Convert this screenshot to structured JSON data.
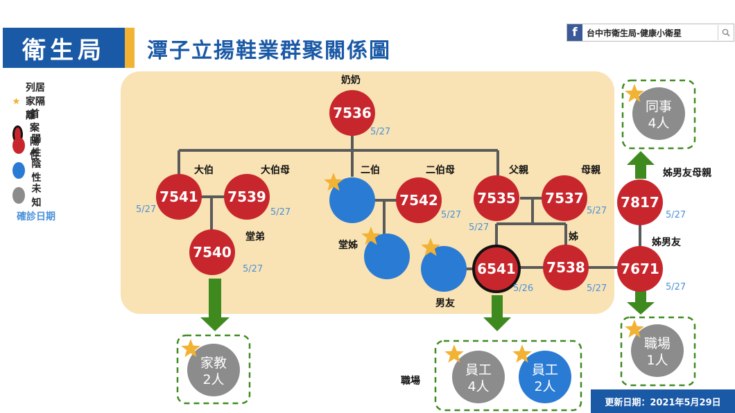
{
  "header": {
    "logo_text": "衛生局",
    "title": "潭子立揚鞋業群聚關係圖",
    "fb_page_name": "台中市衛生局-健康小衛星"
  },
  "legend": {
    "items": [
      {
        "label": "列居家隔離",
        "kind": "star"
      },
      {
        "label": "首案陽性",
        "kind": "index"
      },
      {
        "label": "陽性",
        "kind": "positive"
      },
      {
        "label": "陰性",
        "kind": "negative"
      },
      {
        "label": "未知",
        "kind": "unknown"
      }
    ],
    "date_label": "確診日期"
  },
  "colors": {
    "positive": "#c8262d",
    "negative": "#2a7bd4",
    "unknown": "#8c8c8c",
    "family_bg": "#f9e3b4",
    "arrow": "#3f8a1f",
    "date_text": "#4a90d9",
    "star": "#f2b233",
    "brand_blue": "#1a59a6"
  },
  "nodes": [
    {
      "id": "grandma",
      "case": "7536",
      "status": "positive",
      "role": "奶奶",
      "date": "5/27"
    },
    {
      "id": "uncle1",
      "case": "7541",
      "status": "positive",
      "role": "大伯",
      "date": "5/27"
    },
    {
      "id": "aunt1",
      "case": "7539",
      "status": "positive",
      "role": "大伯母",
      "date": "5/27"
    },
    {
      "id": "cousin-m",
      "case": "7540",
      "status": "positive",
      "role": "堂弟",
      "date": "5/27"
    },
    {
      "id": "uncle2",
      "case": "",
      "status": "negative",
      "role": "二伯",
      "date": "",
      "star": true
    },
    {
      "id": "aunt2",
      "case": "7542",
      "status": "positive",
      "role": "二伯母",
      "date": "5/27"
    },
    {
      "id": "cousin-f",
      "case": "",
      "status": "negative",
      "role": "堂姊",
      "date": "",
      "star": true
    },
    {
      "id": "father",
      "case": "7535",
      "status": "positive",
      "role": "父親",
      "date": "5/27"
    },
    {
      "id": "mother",
      "case": "7537",
      "status": "positive",
      "role": "母親",
      "date": "5/27"
    },
    {
      "id": "index",
      "case": "6541",
      "status": "index",
      "role": "",
      "date": "5/26"
    },
    {
      "id": "boyfriend",
      "case": "",
      "status": "negative",
      "role": "男友",
      "date": "",
      "star": true
    },
    {
      "id": "sister",
      "case": "7538",
      "status": "positive",
      "role": "姊",
      "date": "5/27"
    },
    {
      "id": "sister-bf",
      "case": "7671",
      "status": "positive",
      "role": "姊男友",
      "date": "5/27"
    },
    {
      "id": "sister-bf-mother",
      "case": "7817",
      "status": "positive",
      "role": "姊男友母親",
      "date": "5/27"
    }
  ],
  "groups": [
    {
      "id": "tutor",
      "line1": "家教",
      "line2": "2人",
      "status": "unknown",
      "star": true
    },
    {
      "id": "workers-a",
      "line1": "員工",
      "line2": "4人",
      "status": "unknown",
      "star": true
    },
    {
      "id": "workers-b",
      "line1": "員工",
      "line2": "2人",
      "status": "negative",
      "star": true
    },
    {
      "id": "colleague",
      "line1": "同事",
      "line2": "4人",
      "status": "unknown",
      "star": true
    },
    {
      "id": "workplace",
      "line1": "職場",
      "line2": "1人",
      "status": "unknown",
      "star": true
    }
  ],
  "workplace_label": "職場",
  "update_text": "更新日期：2021年5月29日"
}
